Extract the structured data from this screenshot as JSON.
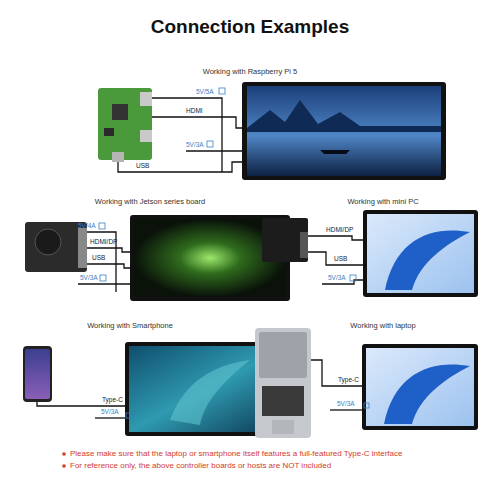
{
  "diagram": {
    "title": "Connection Examples",
    "labels": [
      "Working with Raspberry Pi 5",
      "5V/5A",
      "HDMI",
      "5V/3A",
      "USB",
      "Working with Jetson series board",
      "5V/4A",
      "HDMI/DP",
      "USB",
      "5V/3A",
      "Working with mini PC",
      "HDMI/DP",
      "USB",
      "5V/3A",
      "Working with Smartphone",
      "Type-C",
      "5V/3A",
      "Working with laptop",
      "Type-C",
      "5V/3A",
      "Please make sure that the laptop or smartphone itself features a full-featured Type-C interface",
      "For reference only, the above controller boards or hosts are NOT included"
    ]
  }
}
